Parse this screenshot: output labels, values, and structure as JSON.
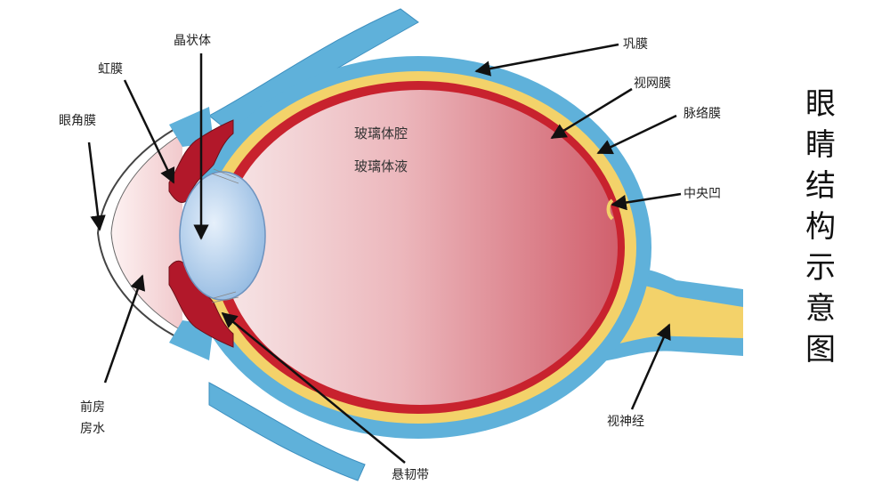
{
  "title": "眼睛结构示意图",
  "labels": {
    "lens": "晶状体",
    "iris": "虹膜",
    "cornea": "眼角膜",
    "sclera": "巩膜",
    "retina": "视网膜",
    "choroid": "脉络膜",
    "fovea": "中央凹",
    "vitreous_chamber": "玻璃体腔",
    "vitreous_humor": "玻璃体液",
    "anterior_chamber_line1": "前房",
    "anterior_chamber_line2": "房水",
    "zonule": "悬韧带",
    "optic_nerve": "视神经"
  },
  "colors": {
    "sclera": "#5fb1da",
    "choroid": "#f3d26a",
    "retina": "#c8222e",
    "vitreous_light": "#f6e1e2",
    "vitreous_dark": "#d66b77",
    "lens": "#a9cbeb",
    "iris": "#b2182a",
    "text": "#222222"
  }
}
